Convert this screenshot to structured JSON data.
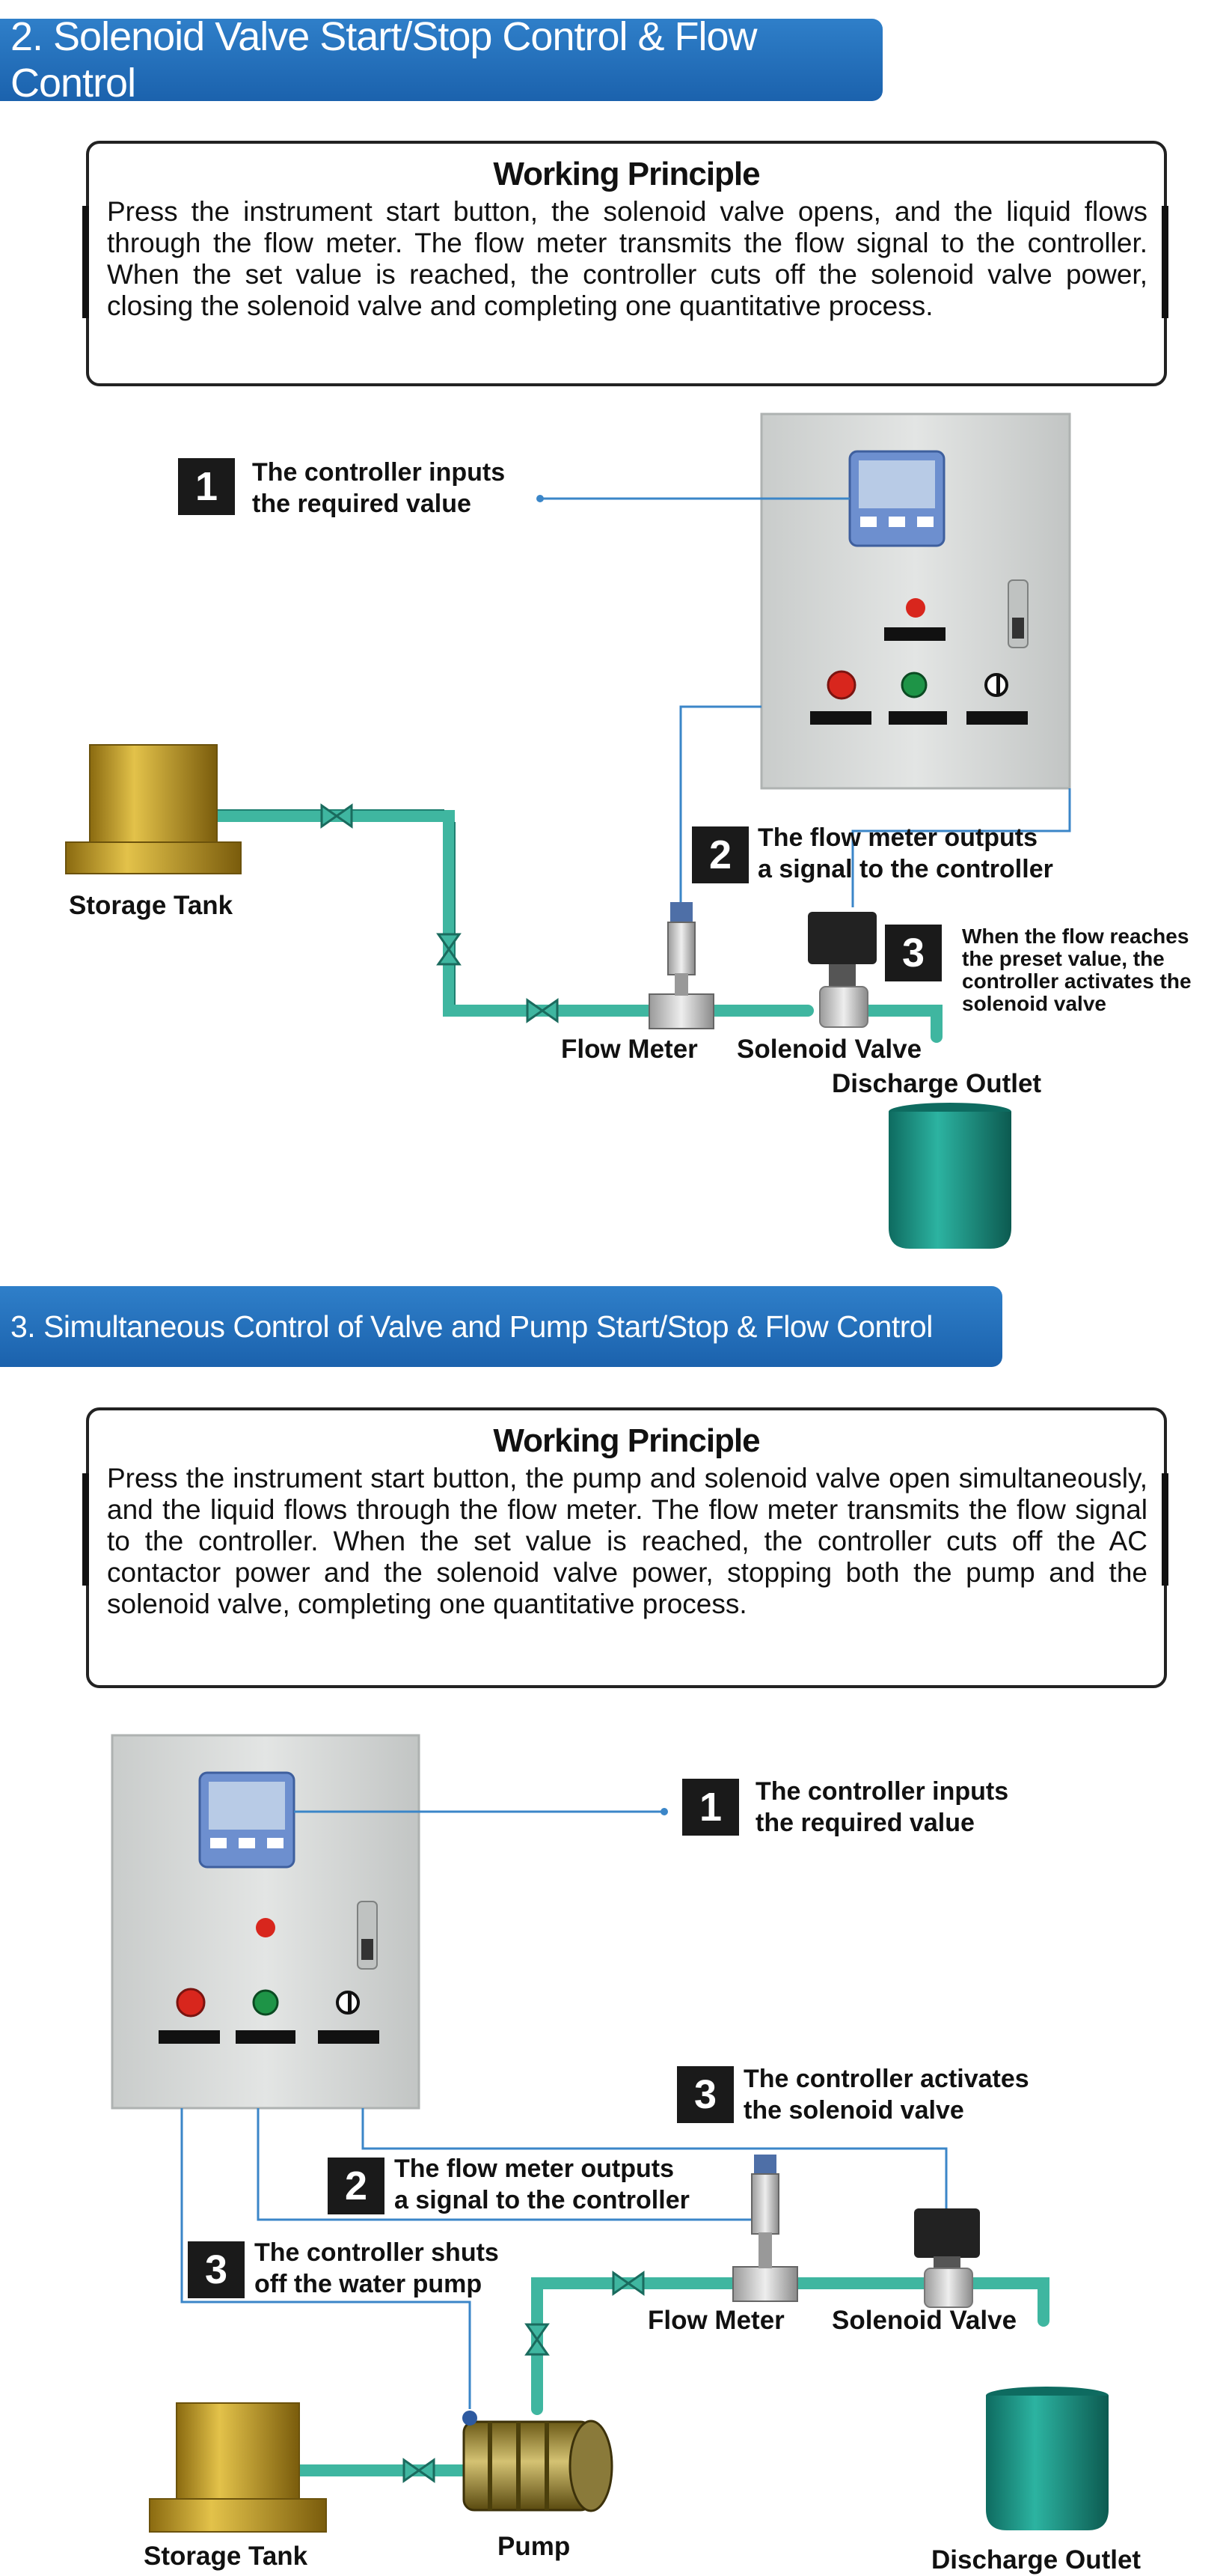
{
  "section2": {
    "banner": "2.  Solenoid Valve Start/Stop Control & Flow Control",
    "principle_title": "Working Principle",
    "principle_text": "Press the instrument start button, the solenoid valve opens, and the liquid flows through the flow meter. The flow meter transmits the flow signal to the controller. When the set value is reached, the controller cuts off the solenoid valve power, closing the solenoid valve and completing one quantitative process.",
    "steps": [
      {
        "num": "1",
        "text": "The controller inputs\nthe required value"
      },
      {
        "num": "2",
        "text": "The flow meter outputs\na signal to the controller"
      },
      {
        "num": "3",
        "text": "When the flow reaches\n the preset value, the\ncontroller activates the\nsolenoid valve"
      }
    ],
    "labels": {
      "storage_tank": "Storage Tank",
      "flow_meter": "Flow Meter",
      "solenoid_valve": "Solenoid Valve",
      "discharge_outlet": "Discharge Outlet"
    }
  },
  "section3": {
    "banner": "3. Simultaneous Control of Valve and Pump Start/Stop & Flow Control",
    "principle_title": "Working Principle",
    "principle_text": "Press the instrument start button, the pump and solenoid valve open simultaneously, and the liquid flows through the flow meter. The flow meter transmits the flow signal to the controller. When the set value is reached, the controller cuts off the AC contactor power and the solenoid valve power, stopping both the pump and the solenoid valve, completing one quantitative process.",
    "steps": [
      {
        "num": "1",
        "text": "The controller inputs\nthe required value"
      },
      {
        "num": "3",
        "text": "The controller activates\nthe solenoid valve"
      },
      {
        "num": "2",
        "text": "The flow meter outputs\na signal to the controller"
      },
      {
        "num": "3",
        "text": "The controller shuts\noff the water pump"
      }
    ],
    "labels": {
      "flow_meter": "Flow Meter",
      "solenoid_valve": "Solenoid Valve",
      "storage_tank": "Storage Tank",
      "pump": "Pump",
      "discharge_outlet": "Discharge Outlet"
    }
  },
  "colors": {
    "banner": "#1f67b1",
    "pipe": "#3fb6a0",
    "signal_wire": "#3b86c8",
    "cabinet": "#d9dcdb",
    "tank": "#c9a227",
    "bucket": "#1f9c8c"
  }
}
